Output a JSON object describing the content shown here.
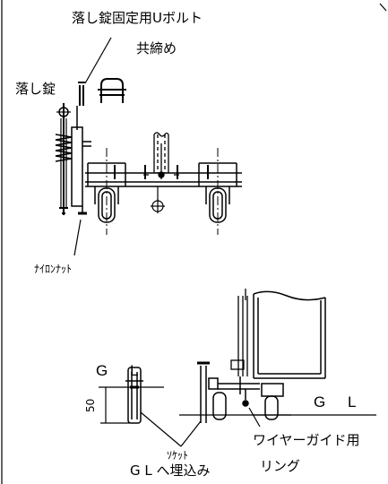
{
  "labels": {
    "u_bolt": "落し錠固定用Uボルト",
    "tightening": "共締め",
    "drop_lock": "落し錠",
    "nylon_nut": "ﾅｲﾛﾝﾅｯﾄ",
    "gl_left": "G L",
    "dim_50": "50",
    "gl_right": "G L",
    "socket": "ｿｹｯﾄ",
    "embed": "G L へ埋込み",
    "wire_guide": "ワイヤーガイド用",
    "ring": "リング"
  }
}
